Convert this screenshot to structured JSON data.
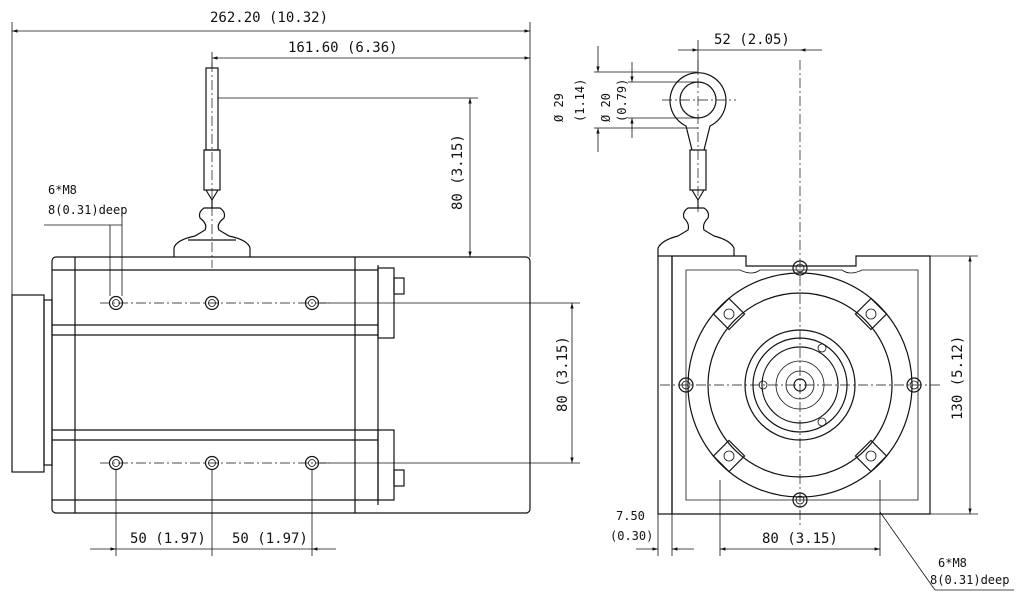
{
  "side_view": {
    "overall_length": "262.20 (10.32)",
    "cable_offset": "161.60 (6.36)",
    "cable_height": "80 (3.15)",
    "hole_spacing_vertical": "80 (3.15)",
    "hole_pitch_left": "50 (1.97)",
    "hole_pitch_right": "50 (1.97)",
    "thread_note_line1": "6*M8",
    "thread_note_line2": "8(0.31)deep"
  },
  "front_view": {
    "eyelet_offset": "52 (2.05)",
    "eyelet_outer_dia_line1": "Ø 29",
    "eyelet_outer_dia_line2": "(1.14)",
    "eyelet_inner_dia_line1": "Ø 20",
    "eyelet_inner_dia_line2": "(0.79)",
    "body_height": "130 (5.12)",
    "hole_spacing": "80 (3.15)",
    "edge_offset_line1": "7.50",
    "edge_offset_line2": "(0.30)",
    "thread_note_line1": "6*M8",
    "thread_note_line2": "8(0.31)deep"
  }
}
